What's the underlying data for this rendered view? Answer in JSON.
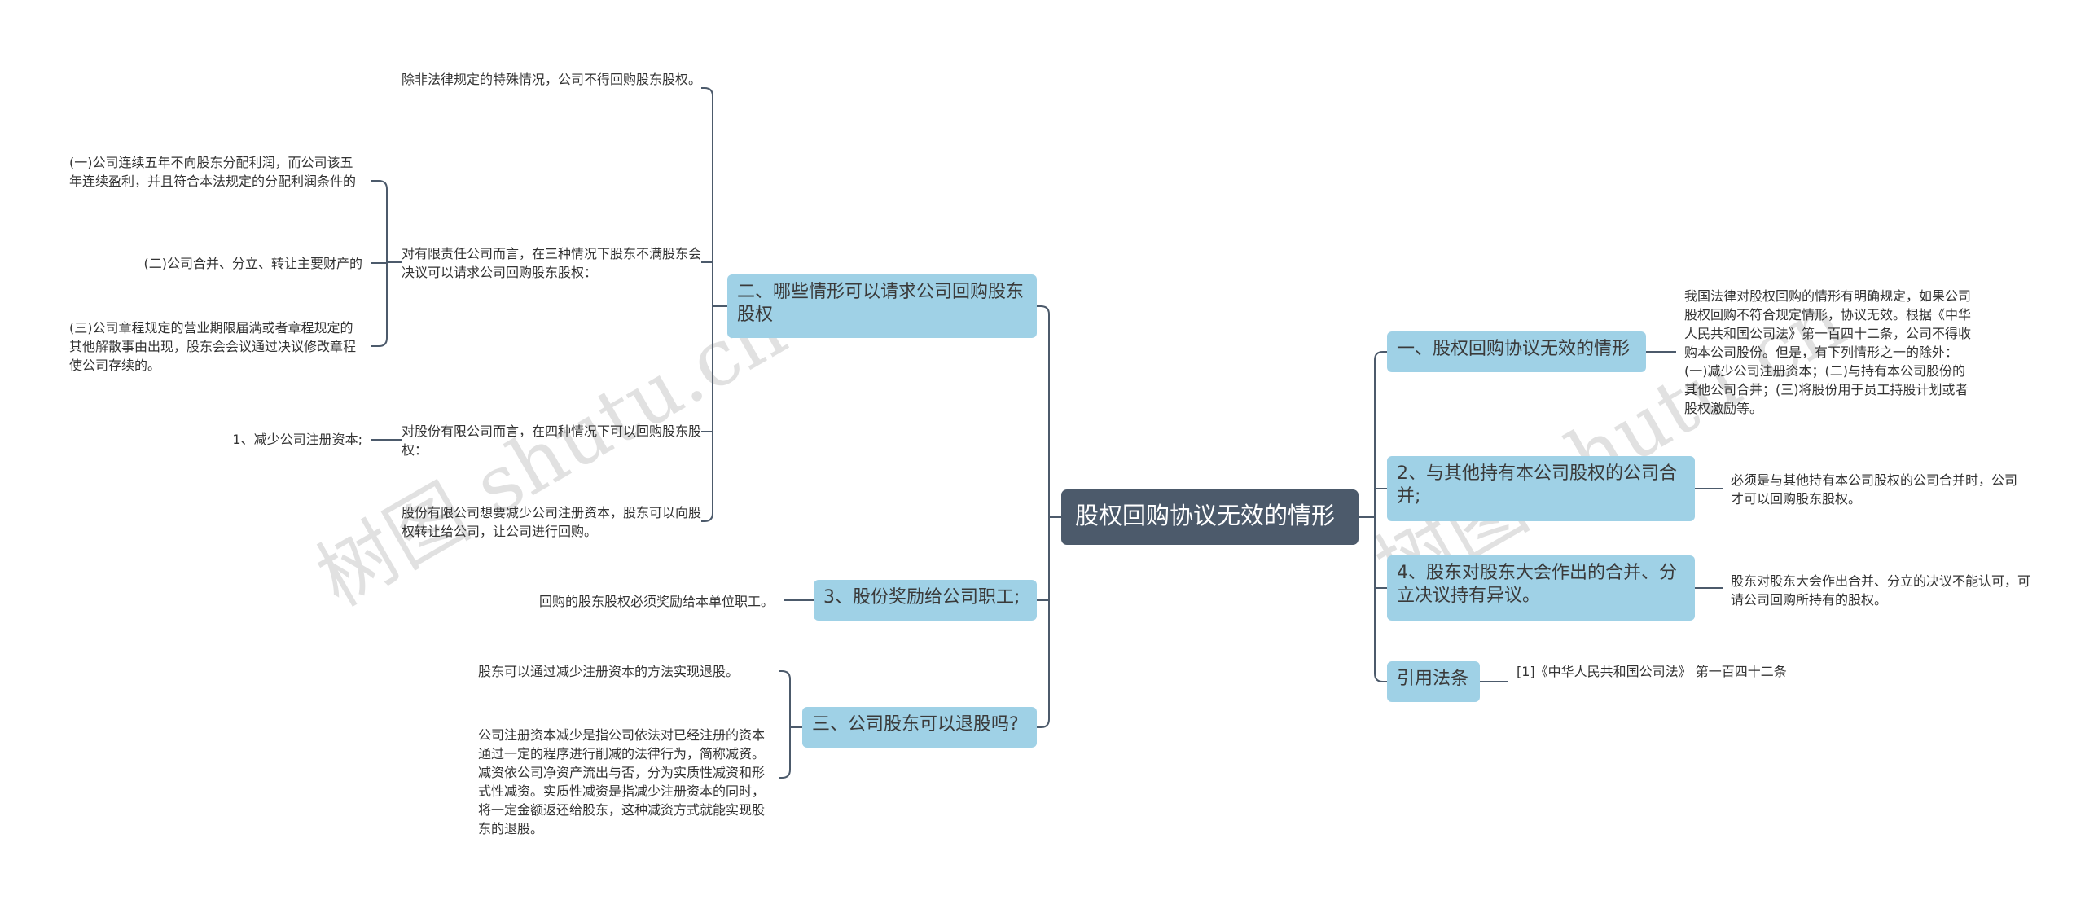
{
  "root": {
    "label": "股权回购协议无效的情形"
  },
  "branches": {
    "b1": "二、哪些情形可以请求公司回购股东股权",
    "b2": "3、股份奖励给公司职工;",
    "b3": "三、公司股东可以退股吗?",
    "b4": "一、股权回购协议无效的情形",
    "b5": "2、与其他持有本公司股权的公司合并;",
    "b6": "4、股东对股东大会作出的合并、分立决议持有异议。",
    "b7": "引用法条"
  },
  "leaves": {
    "l1": "除非法律规定的特殊情况，公司不得回购股东股权。",
    "l2": "对有限责任公司而言，在三种情况下股东不满股东会决议可以请求公司回购股东股权：",
    "l3": "对股份有限公司而言，在四种情况下可以回购股东股权：",
    "l4": "股份有限公司想要减少公司注册资本，股东可以向股权转让给公司，让公司进行回购。",
    "l5": "(一)公司连续五年不向股东分配利润，而公司该五年连续盈利，并且符合本法规定的分配利润条件的",
    "l6": "(二)公司合并、分立、转让主要财产的",
    "l7": "(三)公司章程规定的营业期限届满或者章程规定的其他解散事由出现，股东会会议通过决议修改章程使公司存续的。",
    "l8": "1、减少公司注册资本;",
    "l9": "回购的股东股权必须奖励给本单位职工。",
    "l10": "股东可以通过减少注册资本的方法实现退股。",
    "l11": "公司注册资本减少是指公司依法对已经注册的资本通过一定的程序进行削减的法律行为，简称减资。减资依公司净资产流出与否，分为实质性减资和形式性减资。实质性减资是指减少注册资本的同时，将一定金额返还给股东，这种减资方式就能实现股东的退股。",
    "l12": "我国法律对股权回购的情形有明确规定，如果公司股权回购不符合规定情形，协议无效。根据《中华人民共和国公司法》第一百四十二条，公司不得收购本公司股份。但是，有下列情形之一的除外：(一)减少公司注册资本；(二)与持有本公司股份的其他公司合并；(三)将股份用于员工持股计划或者股权激励等。",
    "l13": "必须是与其他持有本公司股权的公司合并时，公司才可以回购股东股权。",
    "l14": "股东对股东大会作出合并、分立的决议不能认可，可请公司回购所持有的股权。",
    "l15": "[1]《中华人民共和国公司法》 第一百四十二条"
  },
  "watermark": {
    "text": "树图 shutu.cn"
  },
  "colors": {
    "root_bg": "#4c5a6b",
    "branch_bg": "#9fd1e6",
    "line": "#4c5a6b"
  }
}
